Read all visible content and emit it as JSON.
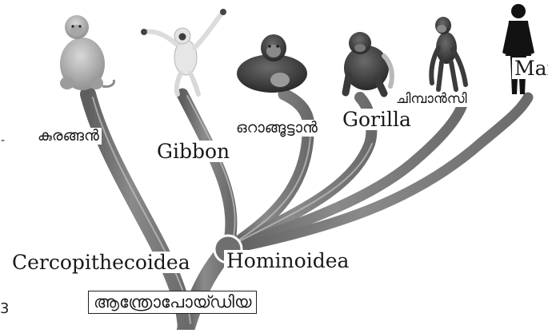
{
  "tree": {
    "root_label": "ആന്ത്രോപോയ്ഡിയ",
    "superfamily_old_world_monkeys": "Cercopithecoidea",
    "superfamily_apes": "Hominoidea",
    "leaves": [
      {
        "id": "monkey",
        "label": "കുരങ്ങൻ",
        "icon": "monkey-icon"
      },
      {
        "id": "gibbon",
        "label": "Gibbon",
        "icon": "gibbon-icon"
      },
      {
        "id": "orangutan",
        "label": "ഒറാങ്ങൂട്ടാൻ",
        "icon": "orangutan-icon"
      },
      {
        "id": "gorilla",
        "label": "Gorilla",
        "icon": "gorilla-icon"
      },
      {
        "id": "chimpanzee",
        "label": "ചിമ്പാൻസി",
        "icon": "chimpanzee-icon"
      },
      {
        "id": "man",
        "label": "Man",
        "icon": "human-silhouette-icon"
      }
    ]
  },
  "edge_marks": {
    "left_tick": "-",
    "left_bottom": "3"
  },
  "colors": {
    "branch": "#7f7f7f",
    "branch_edge": "#555555",
    "branch_highlight": "#b8b8b8"
  }
}
